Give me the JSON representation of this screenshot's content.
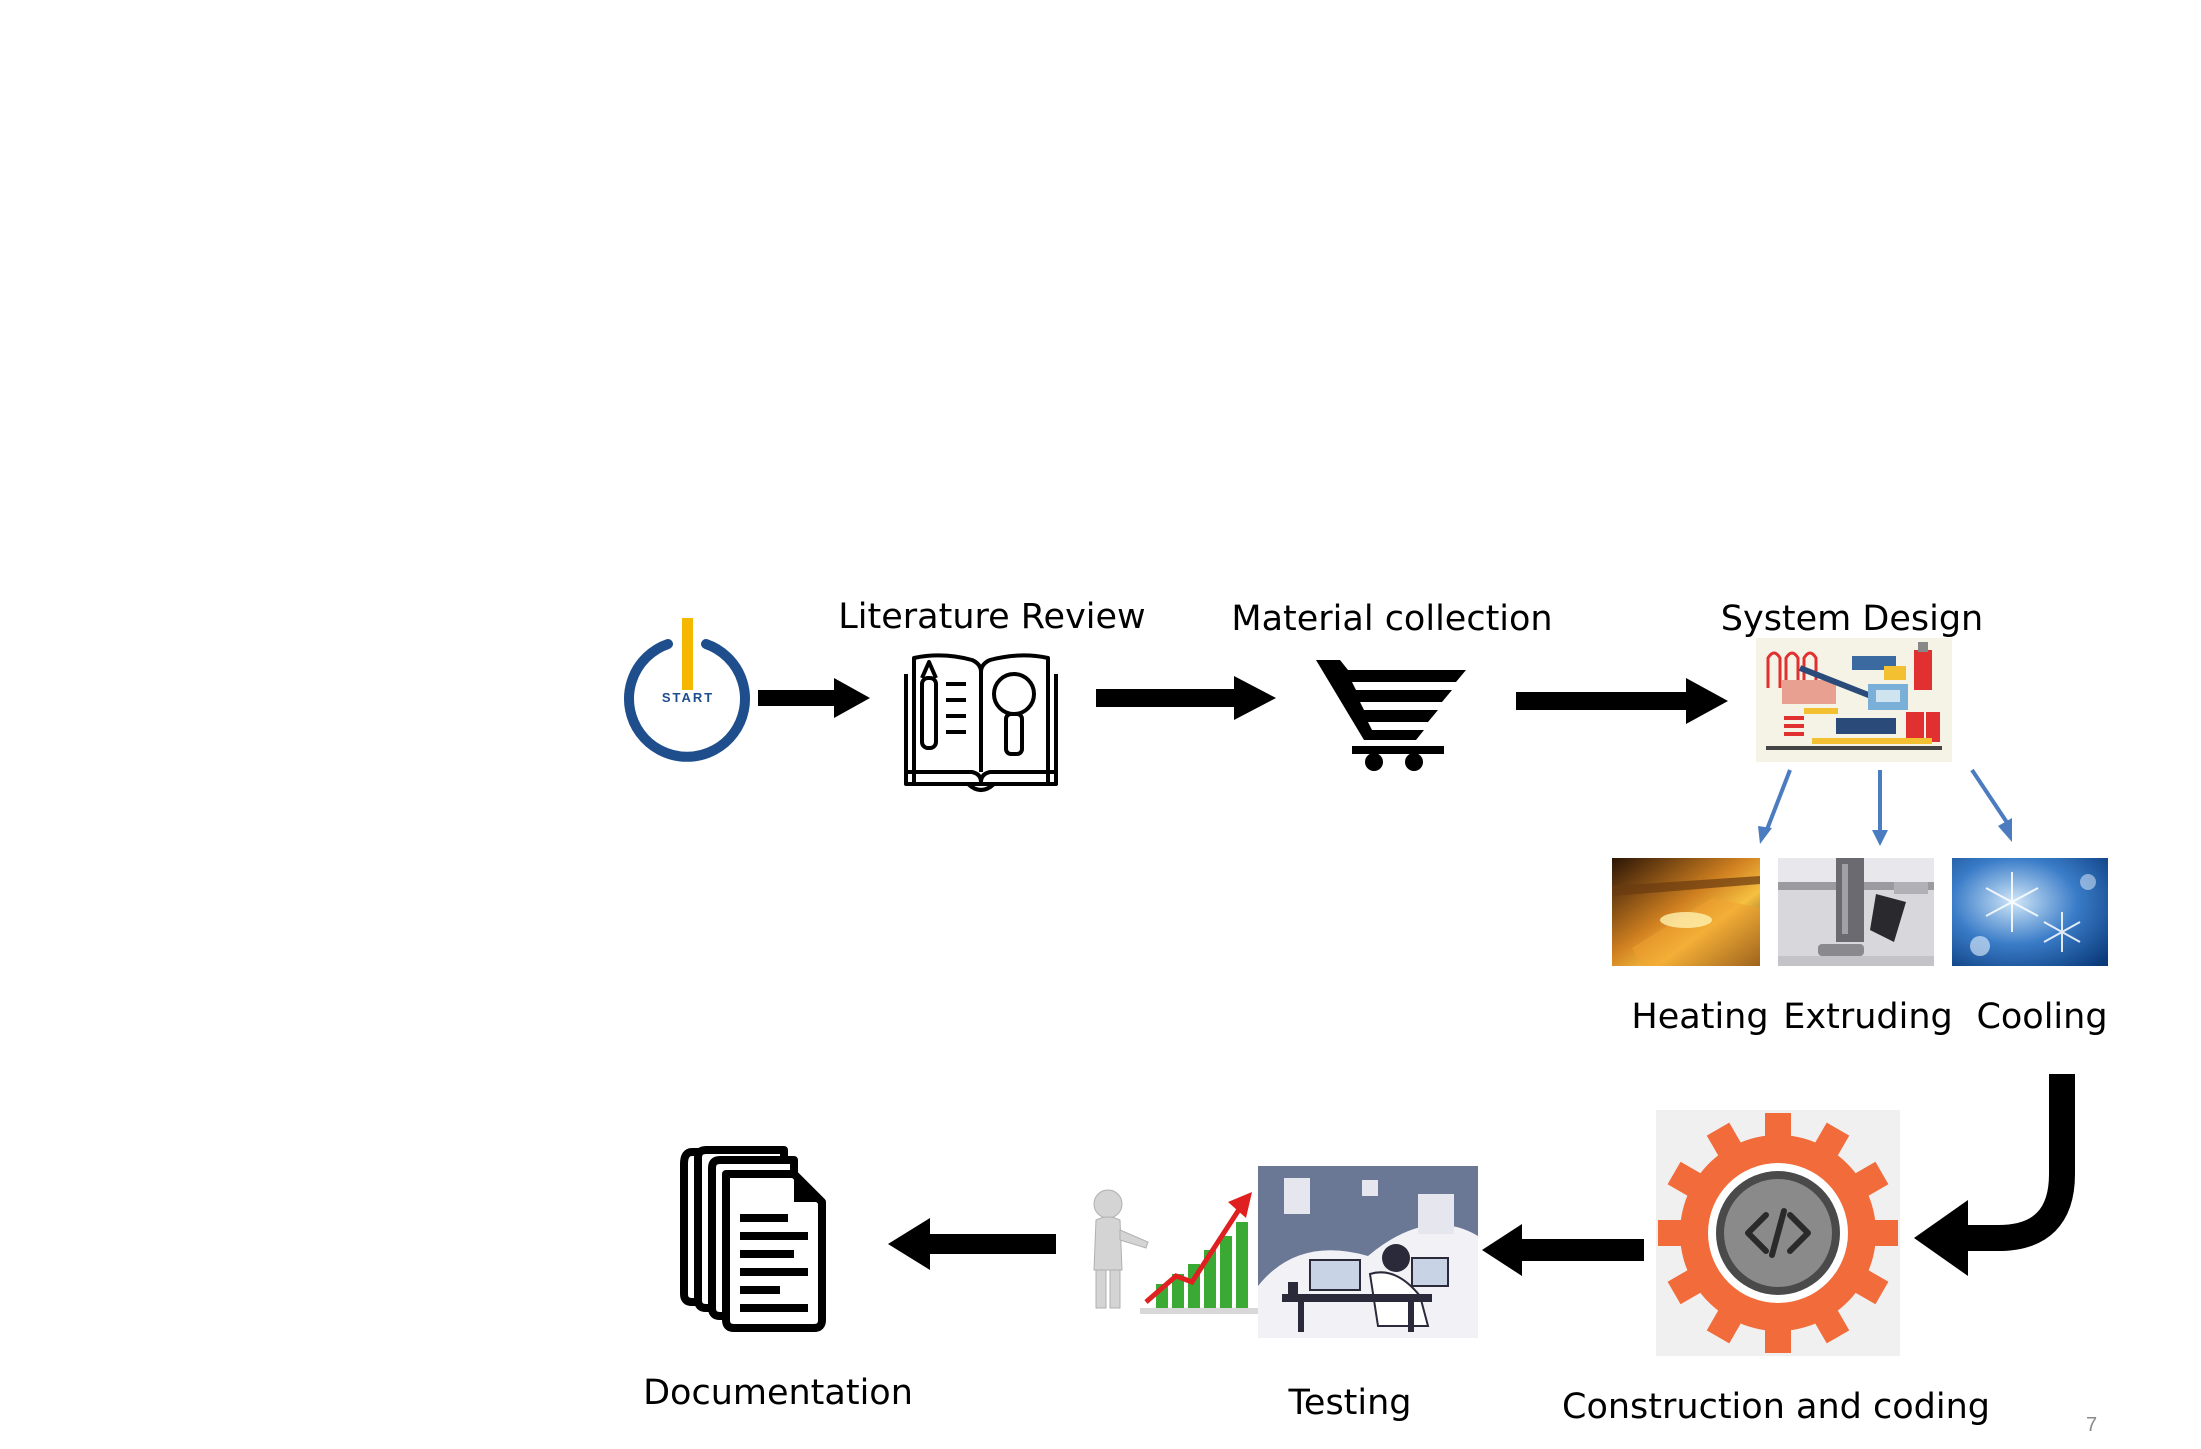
{
  "steps": {
    "start_text": "START",
    "literature_review": "Literature Review",
    "material_collection": "Material collection",
    "system_design": "System Design",
    "heating": "Heating",
    "extruding": "Extruding",
    "cooling": "Cooling",
    "construction_coding": "Construction and coding",
    "testing": "Testing",
    "documentation": "Documentation"
  },
  "slide_number": "7",
  "icons": {
    "start": "power-start-icon",
    "literature": "open-book-magnifier-icon",
    "material": "shopping-cart-icon",
    "system": "machine-schematic-icon",
    "heating": "heating-photo",
    "extruding": "extruder-photo",
    "cooling": "frost-photo",
    "construction": "code-gear-icon",
    "testing_chart": "growth-chart-icon",
    "testing_photo": "developer-desk-illustration",
    "documentation": "document-stack-icon"
  },
  "colors": {
    "arrow": "#000000",
    "branch_arrow": "#4a7cbf",
    "start_ring": "#1f4e8c",
    "start_bar": "#f5b800",
    "gear": "#f26b3a",
    "chart_green": "#3aaa35",
    "chart_red": "#e02020"
  }
}
